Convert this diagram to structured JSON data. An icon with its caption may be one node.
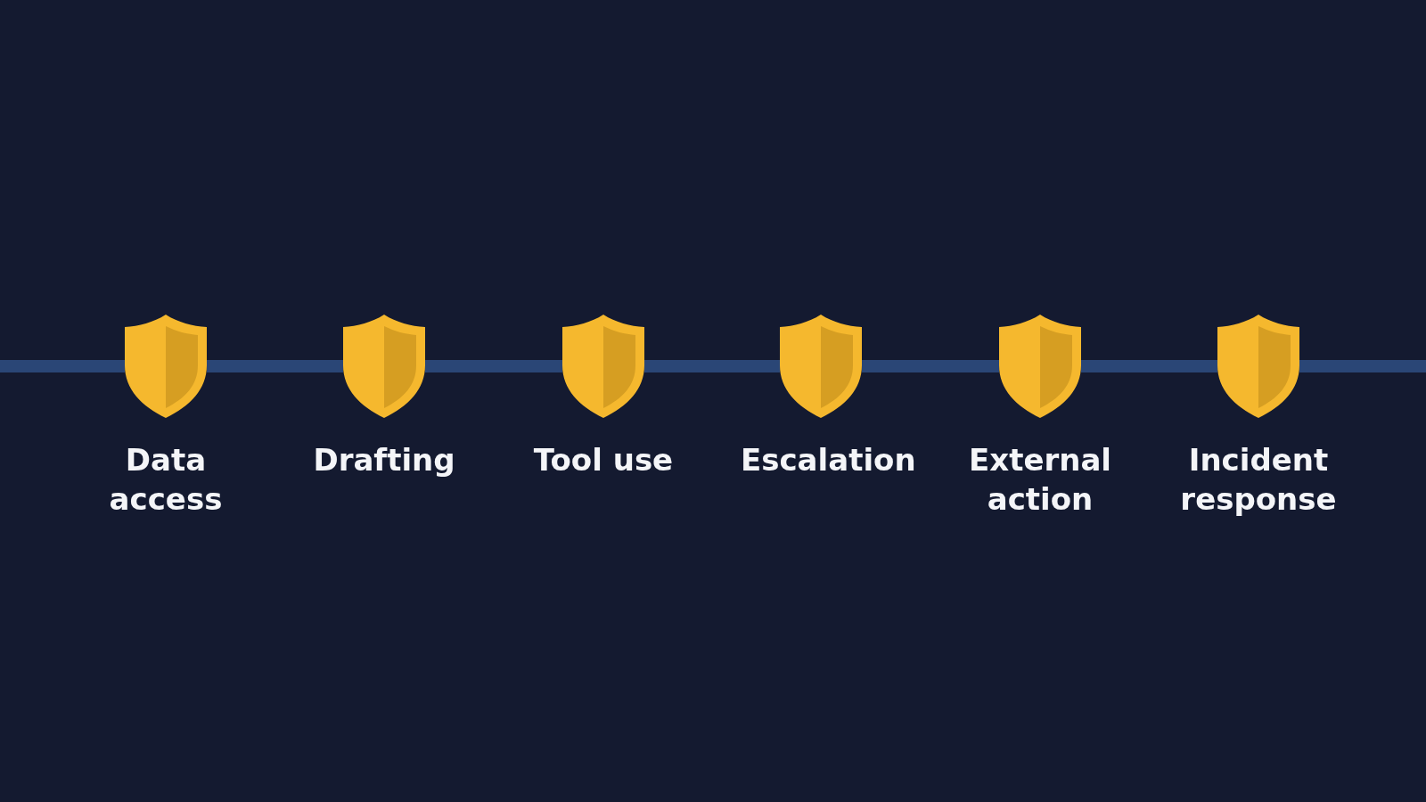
{
  "diagram": {
    "nodes": [
      {
        "text": [
          "Data access"
        ]
      },
      {
        "text": [
          "Drafting"
        ]
      },
      {
        "text": [
          "Tool use"
        ]
      },
      {
        "text": [
          "Escalation"
        ]
      },
      {
        "text": [
          "External action"
        ]
      },
      {
        "text": [
          "Incident response"
        ]
      }
    ],
    "edges": [
      {
        "from": null,
        "to": 0,
        "arrow": "none"
      },
      {
        "from": 0,
        "to": 1,
        "arrow": "none"
      },
      {
        "from": 1,
        "to": 2,
        "arrow": "none"
      },
      {
        "from": 2,
        "to": 3,
        "arrow": "none"
      },
      {
        "from": 3,
        "to": 4,
        "arrow": "none"
      },
      {
        "from": 4,
        "to": 5,
        "arrow": "none"
      },
      {
        "from": 5,
        "to": null,
        "arrow": "none"
      }
    ]
  }
}
